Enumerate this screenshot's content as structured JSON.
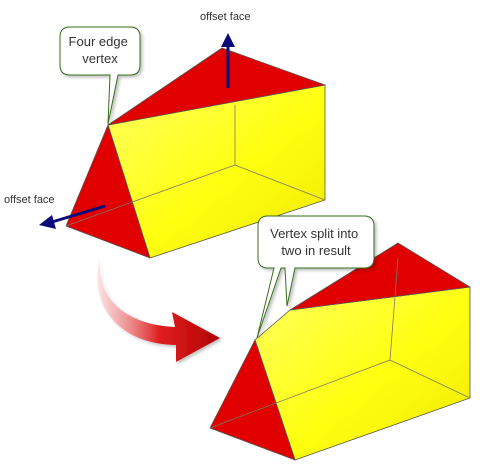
{
  "labels": {
    "offset_face_top": "offset face",
    "offset_face_left": "offset face"
  },
  "callouts": {
    "four_edge_vertex": [
      "Four edge",
      "vertex"
    ],
    "vertex_split": [
      "Vertex split into",
      "two in result"
    ]
  },
  "colors": {
    "end_face_red": "#e00000",
    "side_yellow": "#ffff33",
    "edge_line": "#555555",
    "offset_arrow": "#0a0a7a",
    "transition_arrow": "#c00000",
    "callout_border": "#3a6e1e"
  }
}
